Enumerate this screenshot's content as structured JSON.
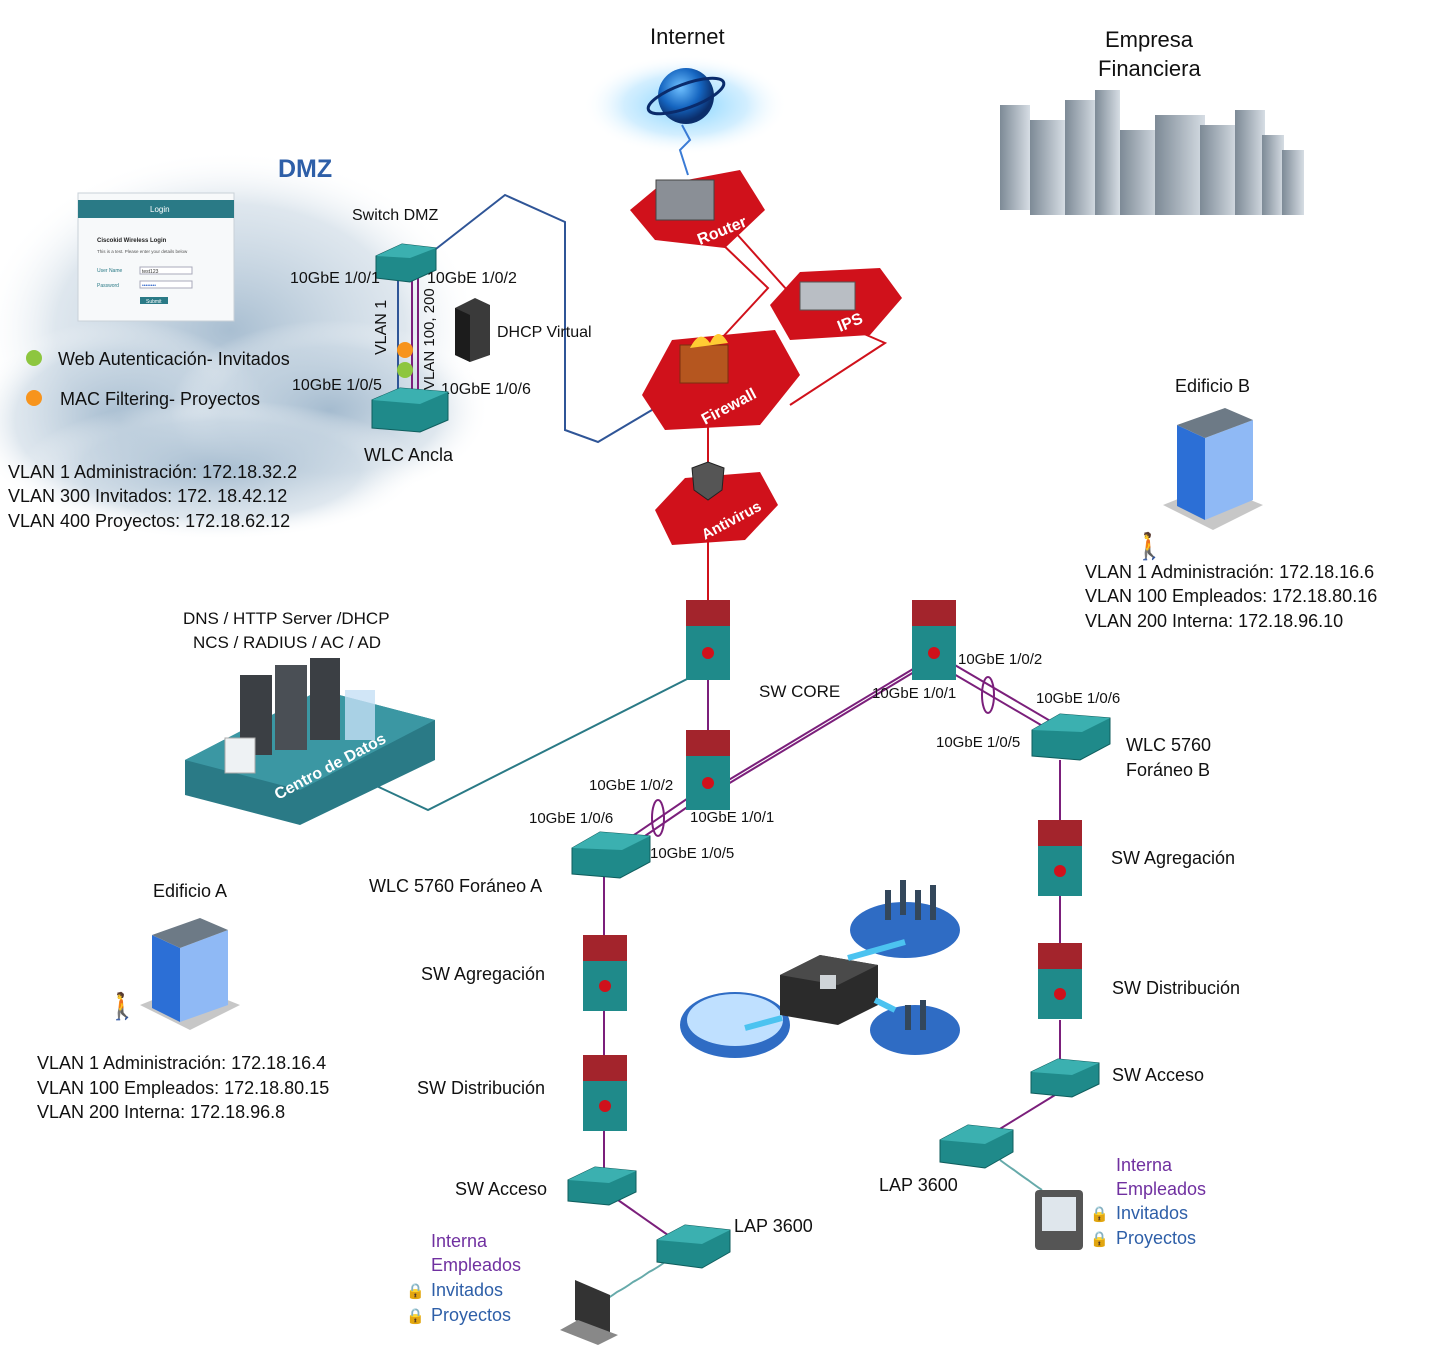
{
  "internet": {
    "label": "Internet"
  },
  "company": {
    "line1": "Empresa",
    "line2": "Financiera"
  },
  "dmz": {
    "title": "DMZ",
    "login_panel": {
      "header": "Login",
      "title": "Ciscokid Wireless Login",
      "note": "This is a test. Please enter your details below",
      "user_label": "User Name",
      "user_value": "test123",
      "pass_label": "Password",
      "pass_value": "••••••••",
      "submit": "Submit"
    },
    "switch_label": "Switch DMZ",
    "port_1_0_1": "10GbE 1/0/1",
    "port_1_0_2": "10GbE 1/0/2",
    "port_1_0_5": "10GbE 1/0/5",
    "port_1_0_6": "10GbE 1/0/6",
    "vlan1_label": "VLAN 1",
    "vlan100_200_label": "VLAN 100, 200",
    "dhcp_label": "DHCP Virtual",
    "wlc_label": "WLC Ancla",
    "legend": [
      {
        "text": "Web Autenticación- Invitados",
        "color": "#8dc63f"
      },
      {
        "text": "MAC Filtering- Proyectos",
        "color": "#f7941d"
      }
    ],
    "vlans": [
      "VLAN 1 Administración: 172.18.32.2",
      "VLAN 300 Invitados: 172. 18.42.12",
      "VLAN 400 Proyectos: 172.18.62.12"
    ]
  },
  "security": {
    "router": "Router",
    "ips": "IPS",
    "firewall": "Firewall",
    "antivirus": "Antivirus"
  },
  "datacenter": {
    "line1": "DNS / HTTP Server /DHCP",
    "line2": "NCS / RADIUS / AC / AD",
    "badge": "Centro de Datos"
  },
  "core": {
    "label": "SW CORE",
    "left_port_1_0_2": "10GbE 1/0/2",
    "left_port_1_0_6": "10GbE 1/0/6",
    "left_port_1_0_1": "10GbE 1/0/1",
    "left_port_1_0_5": "10GbE 1/0/5",
    "right_port_1_0_2": "10GbE 1/0/2",
    "right_port_1_0_1": "10GbE 1/0/1",
    "right_port_1_0_6": "10GbE 1/0/6",
    "right_port_1_0_5": "10GbE 1/0/5"
  },
  "site_a": {
    "building": "Edificio A",
    "wlc": "WLC 5760 Foráneo A",
    "agg": "SW Agregación",
    "dist": "SW Distribución",
    "access": "SW Acceso",
    "lap": "LAP 3600",
    "vlans": [
      "VLAN 1 Administración: 172.18.16.4",
      "VLAN 100 Empleados: 172.18.80.15",
      "VLAN 200 Interna: 172.18.96.8"
    ],
    "ssids": [
      "Interna",
      "Empleados",
      "Invitados",
      "Proyectos"
    ]
  },
  "site_b": {
    "building": "Edificio B",
    "wlc_line1": "WLC 5760",
    "wlc_line2": "Foráneo B",
    "agg": "SW Agregación",
    "dist": "SW Distribución",
    "access": "SW Acceso",
    "lap": "LAP 3600",
    "vlans": [
      "VLAN 1 Administración: 172.18.16.6",
      "VLAN 100 Empleados: 172.18.80.16",
      "VLAN 200 Interna: 172.18.96.10"
    ],
    "ssids": [
      "Interna",
      "Empleados",
      "Invitados",
      "Proyectos"
    ]
  },
  "colors": {
    "security_red": "#d0111b",
    "switch_teal": "#1f8a8a",
    "switch_red": "#a3242c",
    "link_purple": "#7b1f7b",
    "link_blue": "#2f5597",
    "ssid_purple": "#7030a0",
    "ssid_blue": "#2e5fa8",
    "dmz_blue": "#2e5fa8"
  }
}
